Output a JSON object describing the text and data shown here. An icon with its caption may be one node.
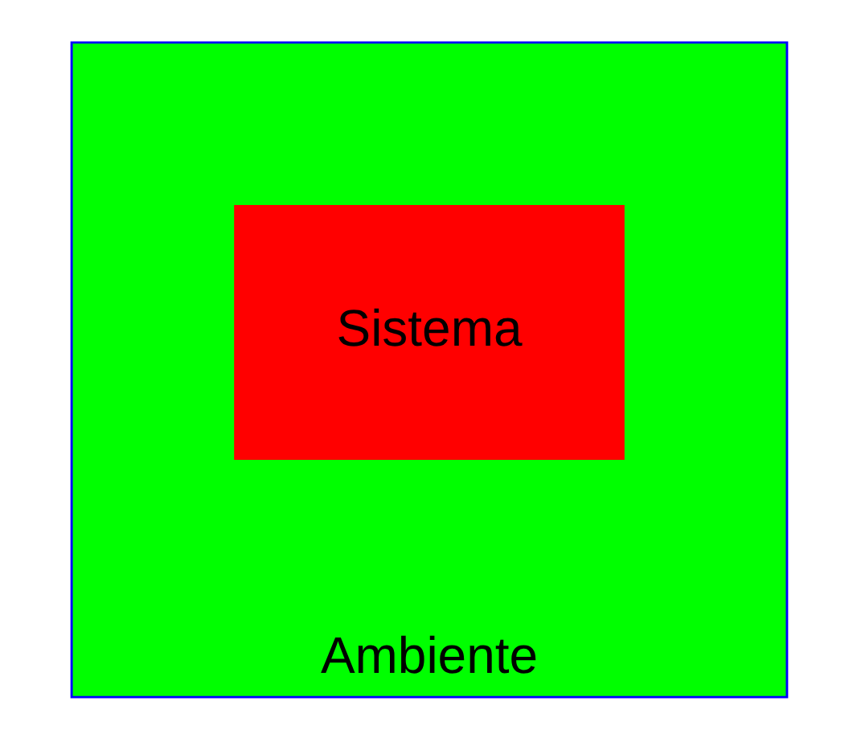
{
  "diagram": {
    "nodes": [
      {
        "text": [
          "Ambiente"
        ]
      },
      {
        "text": [
          "Sistema"
        ],
        "in": 0
      }
    ]
  }
}
